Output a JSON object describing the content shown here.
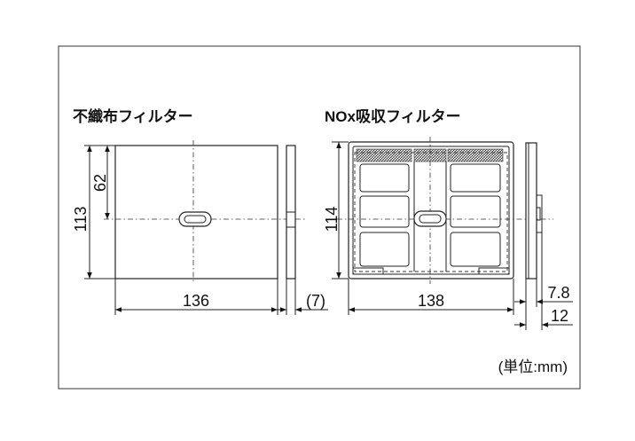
{
  "filters": {
    "nonwoven": {
      "title": "不織布フィルター",
      "dims": {
        "height_inner": "62",
        "height": "113",
        "width": "136",
        "thickness": "(7)"
      }
    },
    "nox": {
      "title": "NOx吸収フィルター",
      "dims": {
        "height": "114",
        "width": "138",
        "thickness_small": "7.8",
        "thickness": "12"
      }
    }
  },
  "unit_note": "(単位:mm)"
}
